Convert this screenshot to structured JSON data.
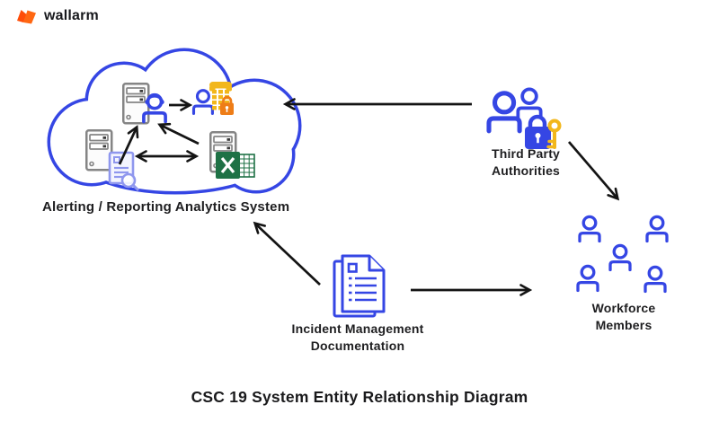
{
  "brand": {
    "name": "wallarm",
    "logo_icon": "wallarm-flame-icon"
  },
  "diagram_title": "CSC 19 System Entity Relationship Diagram",
  "nodes": {
    "analytics_system": {
      "label": "Alerting / Reporting Analytics System",
      "shape": "cloud",
      "icons": [
        "server-with-support-agent-icon",
        "server-with-log-search-icon",
        "server-with-spreadsheet-icon",
        "alert-contact-phone-lock-icon"
      ]
    },
    "third_party_authorities": {
      "line1": "Third Party",
      "line2": "Authorities",
      "icons": [
        "two-people-icon",
        "padlock-icon",
        "key-icon"
      ]
    },
    "workforce_members": {
      "line1": "Workforce",
      "line2": "Members",
      "icons": [
        "five-people-group-icon"
      ]
    },
    "incident_documentation": {
      "line1": "Incident Management",
      "line2": "Documentation",
      "icons": [
        "document-stack-icon"
      ]
    }
  },
  "edges": [
    {
      "from": "Third Party Authorities",
      "to": "Alerting / Reporting Analytics System",
      "type": "one-way"
    },
    {
      "from": "Third Party Authorities",
      "to": "Workforce Members",
      "type": "one-way"
    },
    {
      "from": "Incident Management Documentation",
      "to": "Alerting / Reporting Analytics System",
      "type": "one-way"
    },
    {
      "from": "Incident Management Documentation",
      "to": "Workforce Members",
      "type": "one-way"
    },
    {
      "from": "log-search-server",
      "to": "support-agent-server",
      "type": "one-way",
      "within": "Alerting / Reporting Analytics System"
    },
    {
      "from": "spreadsheet-server",
      "to": "support-agent-server",
      "type": "one-way",
      "within": "Alerting / Reporting Analytics System"
    },
    {
      "from": "support-agent-server",
      "to": "alert-contact",
      "type": "one-way",
      "within": "Alerting / Reporting Analytics System"
    },
    {
      "from": "log-search-server",
      "to": "spreadsheet-server",
      "type": "two-way",
      "within": "Alerting / Reporting Analytics System"
    }
  ],
  "colors": {
    "primary_blue": "#3546e4",
    "lavender": "#8f97ee",
    "wallarm_orange": "#ff5c12",
    "gold": "#f2b71c",
    "alert_orange": "#ee7d17",
    "excel_green": "#1e7145",
    "server_gray": "#858585",
    "arrow_black": "#141414",
    "text": "#1e1e20",
    "background": "#ffffff"
  }
}
